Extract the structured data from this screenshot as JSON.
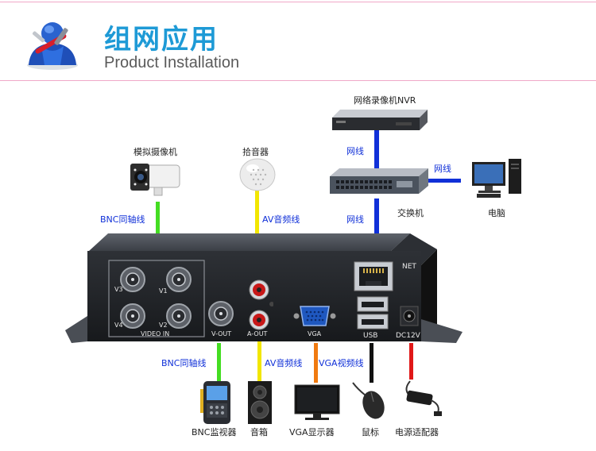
{
  "header": {
    "title_zh": "组网应用",
    "title_en": "Product Installation"
  },
  "top_devices": {
    "nvr": "网络录像机NVR",
    "switch": "交换机",
    "computer": "电脑",
    "camera": "模拟摄像机",
    "microphone": "拾音器"
  },
  "cables_top": {
    "nvr_switch": "网线",
    "switch_pc": "网线",
    "switch_device": "网线",
    "camera": "BNC同轴线",
    "microphone": "AV音频线"
  },
  "device_panel": {
    "net": "NET",
    "v3": "V3",
    "v1": "V1",
    "v4": "V4",
    "v2": "V2",
    "video_in": "VIDEO IN",
    "v_out": "V-OUT",
    "a_out": "A-OUT",
    "vga": "VGA",
    "usb": "USB",
    "dc12v": "DC12V"
  },
  "cables_bottom": {
    "bnc": "BNC同轴线",
    "av": "AV音频线",
    "vga": "VGA视频线"
  },
  "bottom_devices": {
    "bnc_monitor": "BNC监视器",
    "speaker": "音箱",
    "vga_display": "VGA显示器",
    "mouse": "鼠标",
    "adapter": "电源适配器"
  },
  "colors": {
    "title": "#1e9ad6",
    "network_cable": "#1030d8",
    "bnc_cable": "#44dd22",
    "audio_cable": "#f2e600",
    "vga_cable": "#f07a10",
    "usb_cable": "#111111",
    "power_cable": "#e01818"
  }
}
